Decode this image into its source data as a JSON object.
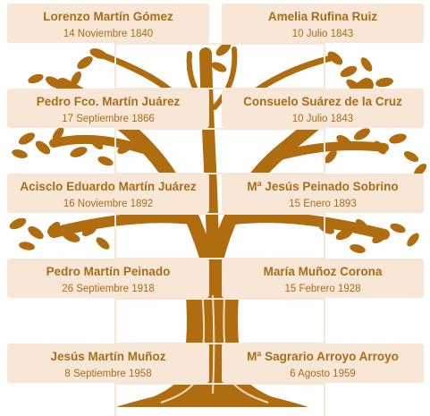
{
  "theme": {
    "tree_color": "#b06d10",
    "card_bg": "#f8e6d6",
    "text_color": "#a86d17"
  },
  "generations": [
    {
      "left": {
        "name": "Lorenzo Martín Gómez",
        "date": "14 Noviembre 1840"
      },
      "right": {
        "name": "Amelia Rufina Ruiz",
        "date": "10 Julio 1843"
      }
    },
    {
      "left": {
        "name": "Pedro Fco. Martín Juárez",
        "date": "17 Septiembre 1866"
      },
      "right": {
        "name": "Consuelo Suárez de la Cruz",
        "date": "10 Julio 1843"
      }
    },
    {
      "left": {
        "name": "Acisclo Eduardo Martín Juárez",
        "date": "16 Noviembre 1892"
      },
      "right": {
        "name": "Mª Jesús Peinado Sobrino",
        "date": "15 Enero 1893"
      }
    },
    {
      "left": {
        "name": "Pedro Martín Peinado",
        "date": "26 Septiembre 1918"
      },
      "right": {
        "name": "María Muñoz Corona",
        "date": "15 Febrero 1928"
      }
    },
    {
      "left": {
        "name": "Jesús Martín Muñoz",
        "date": "8 Septiembre 1958"
      },
      "right": {
        "name": "Mª Sagrario Arroyo Arroyo",
        "date": "6 Agosto 1959"
      }
    }
  ]
}
